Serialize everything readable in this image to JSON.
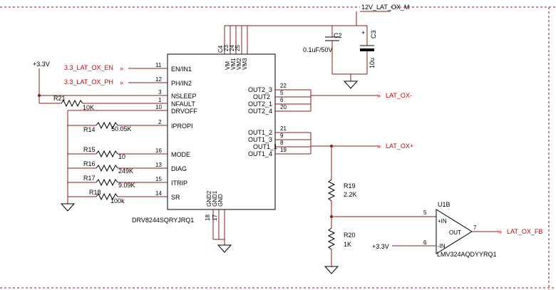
{
  "power": {
    "rail_12v": "12V_LAT_OX_M",
    "rail_3v3_left": "+3.3V",
    "rail_3v3_amp": "+3.3V"
  },
  "nets": {
    "en": "3.3_LAT_OX_EN",
    "ph": "3.3_LAT_OX_PH",
    "out_minus": "LAT_OX-",
    "out_plus": "LAT_OX+",
    "feedback": "LAT_OX_FB"
  },
  "driver": {
    "part": "DRV8244SQRYJRQ1",
    "left_pins": [
      {
        "num": "11",
        "name": "EN/IN1"
      },
      {
        "num": "12",
        "name": "PH/IN2"
      },
      {
        "num": "3",
        "name": "NSLEEP"
      },
      {
        "num": "1",
        "name": "NFAULT"
      },
      {
        "num": "10",
        "name": "DRVOFF"
      },
      {
        "num": "2",
        "name": "IPROPI"
      },
      {
        "num": "16",
        "name": "MODE"
      },
      {
        "num": "13",
        "name": "DIAG"
      },
      {
        "num": "15",
        "name": "ITRIP"
      },
      {
        "num": "14",
        "name": "SR"
      }
    ],
    "right_pins": [
      {
        "num": "22",
        "name": "OUT2_3"
      },
      {
        "num": "5",
        "name": "OUT2"
      },
      {
        "num": "6",
        "name": "OUT2_1"
      },
      {
        "num": "20",
        "name": "OUT2_4"
      },
      {
        "num": "21",
        "name": "OUT1_2"
      },
      {
        "num": "9",
        "name": "OUT1_3"
      },
      {
        "num": "8",
        "name": "OUT1_1"
      },
      {
        "num": "19",
        "name": "OUT1_4"
      }
    ],
    "top_pins": [
      {
        "num": "4",
        "name": "VM"
      },
      {
        "num": "23",
        "name": "VM1"
      },
      {
        "num": "24",
        "name": "VM2"
      },
      {
        "num": "25",
        "name": "VM3"
      }
    ],
    "bottom_pins": [
      {
        "num": "18",
        "name": "GND2"
      },
      {
        "num": "17",
        "name": "GND1"
      },
      {
        "num": "",
        "name": "GND"
      }
    ]
  },
  "resistors": [
    {
      "ref": "R21",
      "value": "10K"
    },
    {
      "ref": "R14",
      "value": "50.05K"
    },
    {
      "ref": "R15",
      "value": "10"
    },
    {
      "ref": "R16",
      "value": "249K"
    },
    {
      "ref": "R17",
      "value": "9.09K"
    },
    {
      "ref": "R18",
      "value": "100k"
    },
    {
      "ref": "R19",
      "value": "2.2K"
    },
    {
      "ref": "R20",
      "value": "1K"
    }
  ],
  "capacitors": [
    {
      "ref": "C2",
      "value": "0.1uF/50V"
    },
    {
      "ref": "C3",
      "value": "10u"
    }
  ],
  "opamp": {
    "ref": "U1B",
    "part": "LMV324AQDYYRQ1",
    "pin_plus_num": "5",
    "pin_plus_name": "+IN",
    "pin_minus_num": "6",
    "pin_minus_name": "-IN",
    "pin_out_num": "7",
    "pin_out_name": "OUT"
  },
  "cap_pin_label": "C4",
  "cap_plus_sign": "+"
}
